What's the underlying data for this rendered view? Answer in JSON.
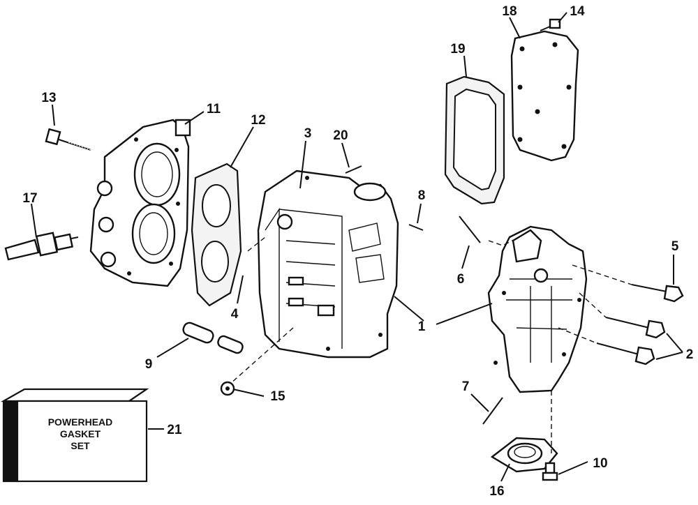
{
  "gasket_box": {
    "line1": "POWERHEAD",
    "line2": "GASKET",
    "line3": "SET"
  },
  "callouts": {
    "c1": "1",
    "c2": "2",
    "c3": "3",
    "c4": "4",
    "c5": "5",
    "c6": "6",
    "c7": "7",
    "c8": "8",
    "c9": "9",
    "c10": "10",
    "c11": "11",
    "c12": "12",
    "c13": "13",
    "c14": "14",
    "c15": "15",
    "c16": "16",
    "c17": "17",
    "c18": "18",
    "c19": "19",
    "c20": "20",
    "c21": "21"
  }
}
